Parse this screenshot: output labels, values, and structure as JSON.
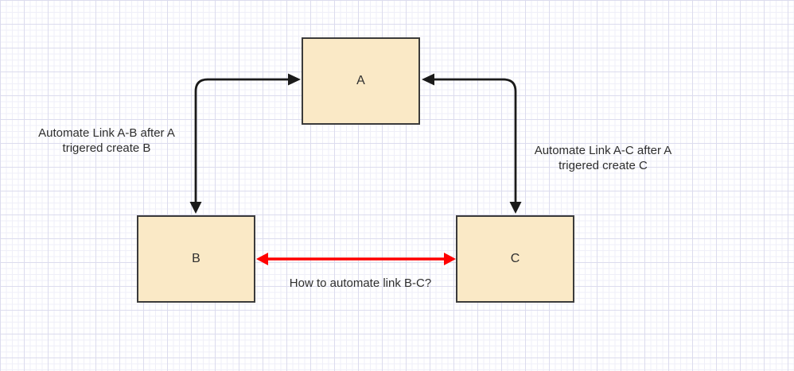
{
  "nodes": {
    "a": {
      "label": "A"
    },
    "b": {
      "label": "B"
    },
    "c": {
      "label": "C"
    }
  },
  "edge_labels": {
    "ab": {
      "line1": "Automate Link A-B after A",
      "line2": "trigered create B"
    },
    "ac": {
      "line1": "Automate Link A-C after A",
      "line2": "trigered create C"
    },
    "bc": {
      "text": "How to automate link B-C?"
    }
  },
  "colors": {
    "node_fill": "#FAE9C6",
    "node_border": "#3B3B3B",
    "arrow_black": "#1A1A1A",
    "arrow_red": "#FF0000",
    "label_text": "#2E2E2E",
    "grid_minor": "#EFEFF8",
    "grid_major": "#DCDCEE",
    "background": "#FFFFFF"
  }
}
